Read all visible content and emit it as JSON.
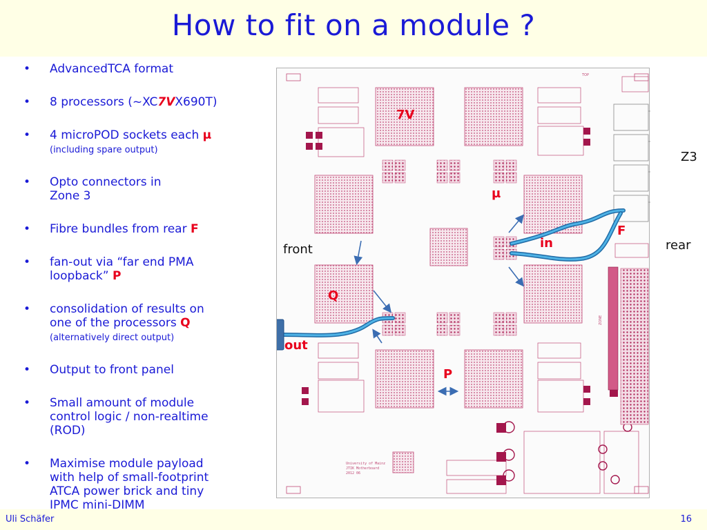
{
  "title": "How to fit on a module ?",
  "bullets": [
    {
      "text": "AdvancedTCA format"
    },
    {
      "pre": "8 processors (~XC",
      "hl": "7V",
      "post": "X690T)"
    },
    {
      "pre": "4 microPOD sockets each ",
      "hl": "µ",
      "note": "(including spare output)"
    },
    {
      "line1": "Opto connectors in",
      "line2": "Zone 3"
    },
    {
      "pre": "Fibre bundles from rear ",
      "hl": "F"
    },
    {
      "line1": "fan-out via “far end PMA",
      "pre2": "loopback” ",
      "hl": "P"
    },
    {
      "line1": "consolidation of results on",
      "pre2": "one of the processors ",
      "hl": "Q",
      "note": "(alternatively direct output)"
    },
    {
      "text": "Output to front panel"
    },
    {
      "line1": "Small amount of module",
      "line2": "control logic / non-realtime",
      "line3": "(ROD)"
    },
    {
      "line1": "Maximise module payload",
      "line2": "with help of small-footprint",
      "line3": "ATCA power brick and tiny",
      "line4": "IPMC mini-DIMM"
    }
  ],
  "bullet_glyph": "•",
  "diagram_labels": {
    "seven_v": "7V",
    "mu": "µ",
    "f": "F",
    "in": "in",
    "q": "Q",
    "out": "out",
    "p": "P",
    "front": "front",
    "rear": "rear",
    "z3": "Z3"
  },
  "board_text": {
    "top": "TOP",
    "credit_line1": "University of Mainz",
    "credit_line2": "JTIK Motherboard",
    "credit_line3": "2012 06",
    "conn_label": "ZONE"
  },
  "footer": {
    "author": "Uli Schäfer",
    "page": "16"
  },
  "colors": {
    "title": "#1a1ad6",
    "highlight": "#e8001c",
    "pcb_pad": "#b02a5c",
    "fibre": "#2a8fcf",
    "arrow": "#3b6db3"
  }
}
